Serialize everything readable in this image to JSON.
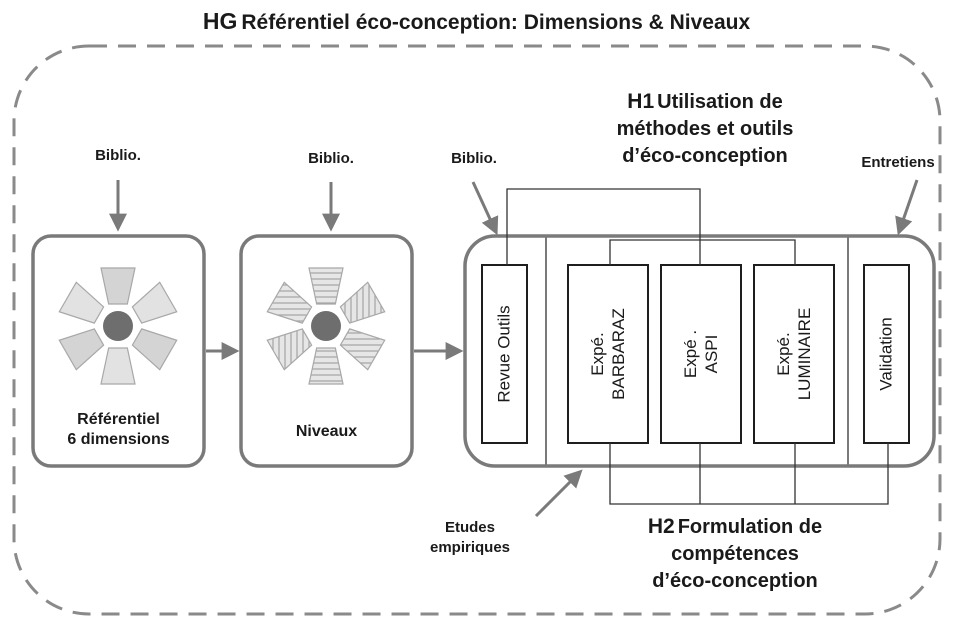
{
  "title": {
    "code": "HG",
    "text": "Référentiel éco-conception: Dimensions & Niveaux"
  },
  "inputs": {
    "biblio_1": "Biblio.",
    "biblio_2": "Biblio.",
    "biblio_3": "Biblio.",
    "entretiens": "Entretiens",
    "etudes_line1": "Etudes",
    "etudes_line2": "empiriques"
  },
  "referentiel_box": {
    "line1": "Référentiel",
    "line2": "6 dimensions"
  },
  "niveaux_box": {
    "label": "Niveaux"
  },
  "process": {
    "revue": "Revue Outils",
    "barbaraz_line1": "Expé.",
    "barbaraz_line2": "BARBARAZ",
    "aspi_line1": "Expé .",
    "aspi_line2": "ASPI",
    "luminaire_line1": "Expé.",
    "luminaire_line2": "LUMINAIRE",
    "validation": "Validation"
  },
  "h1": {
    "code": "H1",
    "line1": "Utilisation de",
    "line2": "méthodes et outils",
    "line3": "d’éco-conception"
  },
  "h2": {
    "code": "H2",
    "line1": "Formulation de",
    "line2": "compétences",
    "line3": "d’éco-conception"
  },
  "colors": {
    "stroke": "#7a7a7a",
    "dark_circle": "#6e6e6e",
    "petal_fill": "#d4d4d4",
    "petal_stroke": "#a8a8a8",
    "text": "#1a1a1a"
  }
}
